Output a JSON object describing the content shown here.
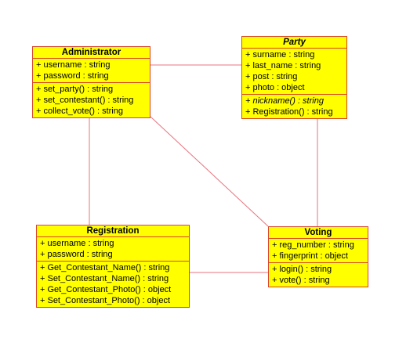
{
  "classes": {
    "administrator": {
      "name": "Administrator",
      "attributes": [
        "+ username : string",
        "+ password : string"
      ],
      "operations": [
        "+ set_party() : string",
        "+ set_contestant() : string",
        "+ collect_vote() : string"
      ]
    },
    "party": {
      "name": "Party",
      "attributes": [
        "+ surname : string",
        "+ last_name : string",
        "+ post : string",
        "+ photo : object"
      ],
      "operations": [
        "+ nickname() : string",
        "+ Registration() : string"
      ]
    },
    "registration": {
      "name": "Registration",
      "attributes": [
        "+ username : string",
        "+ password : string"
      ],
      "operations": [
        "+ Get_Contestant_Name() : string",
        "+ Set_Contestant_Name() : string",
        "+ Get_Contestant_Photo() : object",
        "+ Set_Contestant_Photo() : object"
      ]
    },
    "voting": {
      "name": "Voting",
      "attributes": [
        "+ reg_number : string",
        "+ fingerprint : object"
      ],
      "operations": [
        "+ login() : string",
        "+ vote() : string"
      ]
    }
  },
  "colors": {
    "fill": "#ffff00",
    "border": "#d9452b",
    "link": "#e8737f"
  }
}
